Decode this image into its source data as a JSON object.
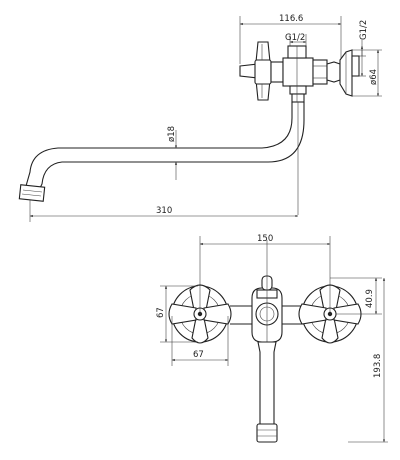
{
  "dimensions": {
    "top_width": "116.6",
    "inlet_thread": "G1/2",
    "outlet_thread": "G1/2",
    "flange_diameter": "ø64",
    "spout_diameter": "ø18",
    "spout_length": "310",
    "centres": "150",
    "handle_height": "67",
    "handle_width": "67",
    "offset_height": "40.9",
    "total_height": "193.8"
  }
}
